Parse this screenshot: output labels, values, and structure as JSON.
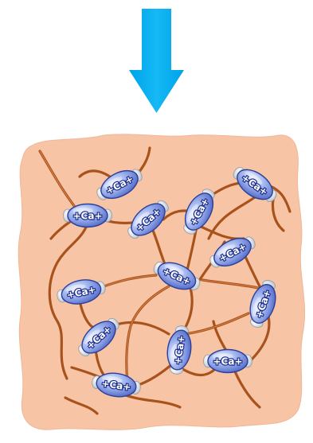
{
  "diagram": {
    "arrow": {
      "direction": "down",
      "color": "#00aeef"
    },
    "matrix": {
      "color": "#f8c4a6"
    },
    "fiber_color": "#a8531c",
    "ion_fill": "#8ea6e6",
    "cap_color": "#dfe7ee",
    "ions": [
      {
        "label": "+Ca+"
      },
      {
        "label": "+Ca+"
      },
      {
        "label": "+Ca+"
      },
      {
        "label": "+Ca+"
      },
      {
        "label": "+Ca+"
      },
      {
        "label": "+Ca+"
      },
      {
        "label": "+Ca+"
      },
      {
        "label": "+Ca+"
      },
      {
        "label": "+Ca+"
      },
      {
        "label": "+Ca+"
      },
      {
        "label": "+Ca+"
      },
      {
        "label": "+Ca+"
      },
      {
        "label": "+Ca+"
      }
    ]
  }
}
